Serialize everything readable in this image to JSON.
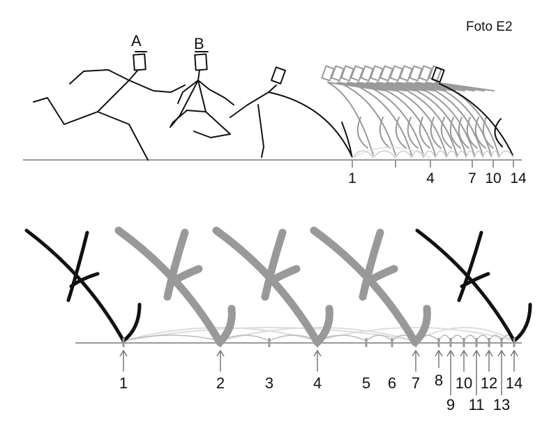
{
  "photo_label": "Foto E2",
  "figures": [
    "A",
    "B"
  ],
  "top_ticks": [
    "1",
    "4",
    "7",
    "10",
    "14"
  ],
  "bottom_ticks_row1": [
    "1",
    "2",
    "3",
    "4",
    "5",
    "6",
    "7",
    "8",
    "10",
    "12",
    "14"
  ],
  "bottom_ticks_row2": [
    "9",
    "11",
    "13"
  ],
  "colors": {
    "ink": "#111111",
    "gray": "#999999",
    "lightgray": "#cccccc"
  }
}
